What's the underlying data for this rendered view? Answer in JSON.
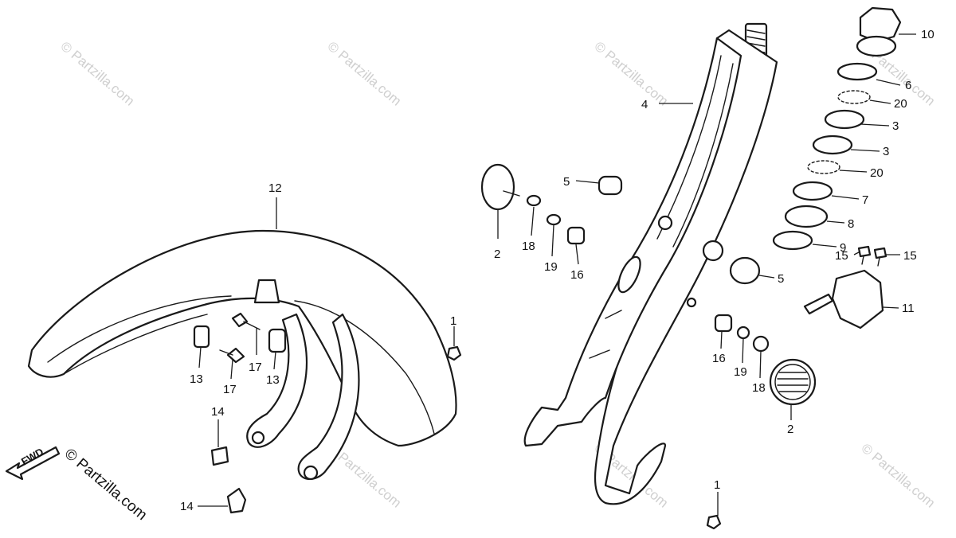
{
  "watermark": "© Partzilla.com",
  "fwd_label": "FWD",
  "callouts": [
    {
      "id": "c1a",
      "text": "1"
    },
    {
      "id": "c1b",
      "text": "1"
    },
    {
      "id": "c2a",
      "text": "2"
    },
    {
      "id": "c2b",
      "text": "2"
    },
    {
      "id": "c3a",
      "text": "3"
    },
    {
      "id": "c3b",
      "text": "3"
    },
    {
      "id": "c4",
      "text": "4"
    },
    {
      "id": "c5a",
      "text": "5"
    },
    {
      "id": "c5b",
      "text": "5"
    },
    {
      "id": "c6",
      "text": "6"
    },
    {
      "id": "c7",
      "text": "7"
    },
    {
      "id": "c8",
      "text": "8"
    },
    {
      "id": "c9",
      "text": "9"
    },
    {
      "id": "c10",
      "text": "10"
    },
    {
      "id": "c11",
      "text": "11"
    },
    {
      "id": "c12",
      "text": "12"
    },
    {
      "id": "c13a",
      "text": "13"
    },
    {
      "id": "c13b",
      "text": "13"
    },
    {
      "id": "c14a",
      "text": "14"
    },
    {
      "id": "c14b",
      "text": "14"
    },
    {
      "id": "c15a",
      "text": "15"
    },
    {
      "id": "c15b",
      "text": "15"
    },
    {
      "id": "c16a",
      "text": "16"
    },
    {
      "id": "c16b",
      "text": "16"
    },
    {
      "id": "c17a",
      "text": "17"
    },
    {
      "id": "c17b",
      "text": "17"
    },
    {
      "id": "c18a",
      "text": "18"
    },
    {
      "id": "c18b",
      "text": "18"
    },
    {
      "id": "c19a",
      "text": "19"
    },
    {
      "id": "c19b",
      "text": "19"
    },
    {
      "id": "c20a",
      "text": "20"
    },
    {
      "id": "c20b",
      "text": "20"
    }
  ]
}
